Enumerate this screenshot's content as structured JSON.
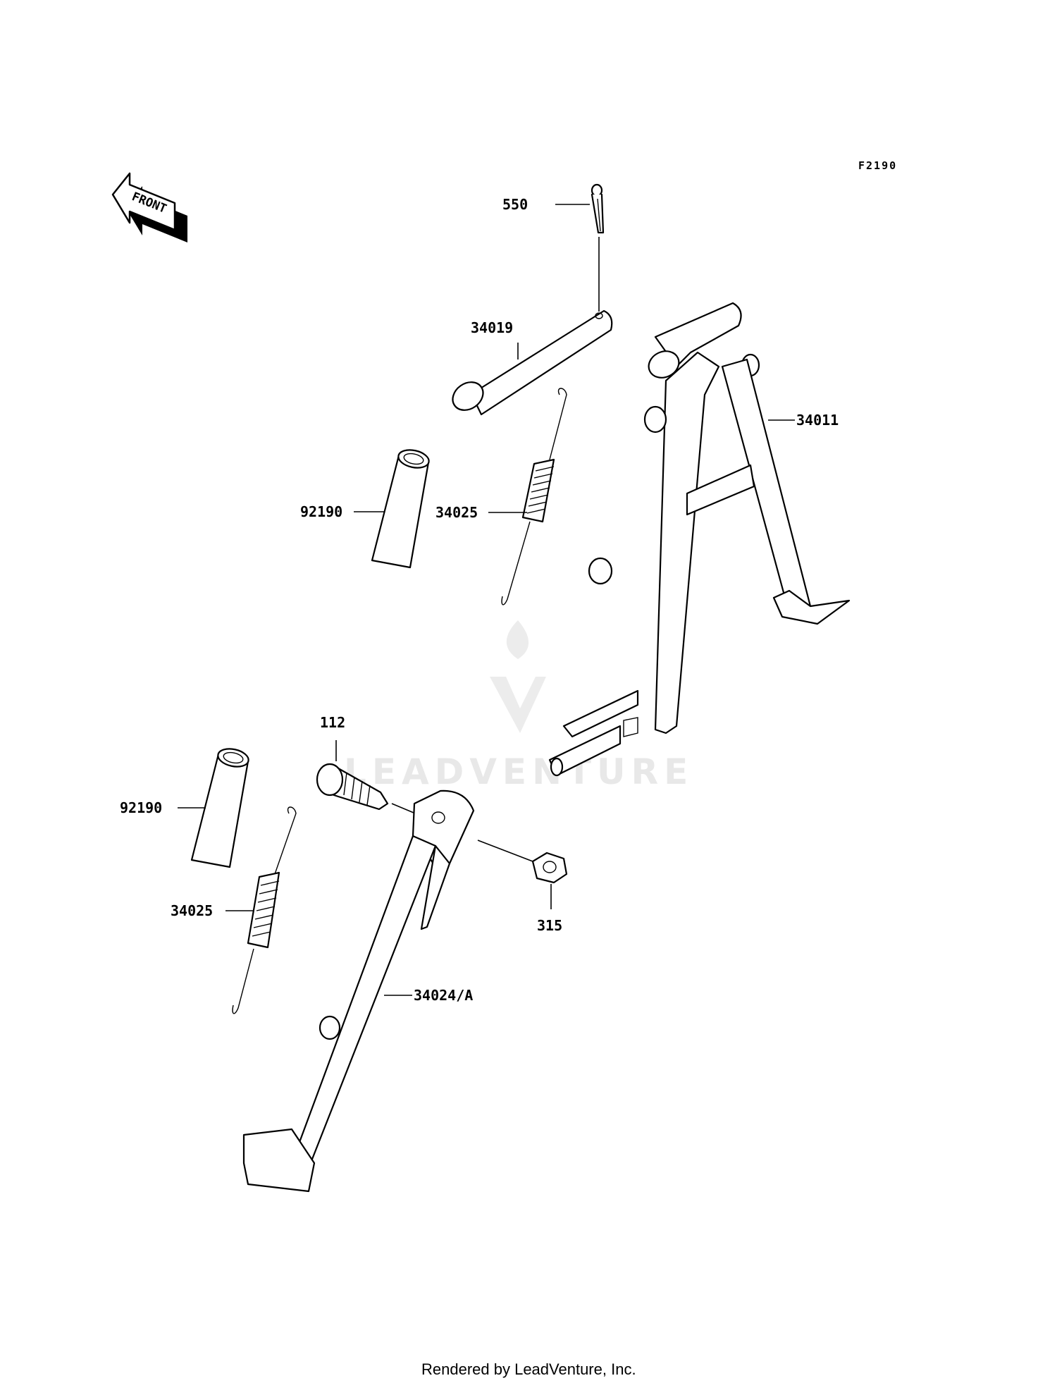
{
  "diagram_code": "F2190",
  "direction_label": "FRONT",
  "watermark": "LEADVENTURE",
  "footer": "Rendered by LeadVenture, Inc.",
  "callouts": {
    "cotter_pin": "550",
    "pin": "34019",
    "center_stand": "34011",
    "collar_upper": "92190",
    "spring_upper": "34025",
    "bolt": "112",
    "collar_lower": "92190",
    "nut": "315",
    "spring_lower": "34025",
    "side_stand": "34024/A"
  }
}
